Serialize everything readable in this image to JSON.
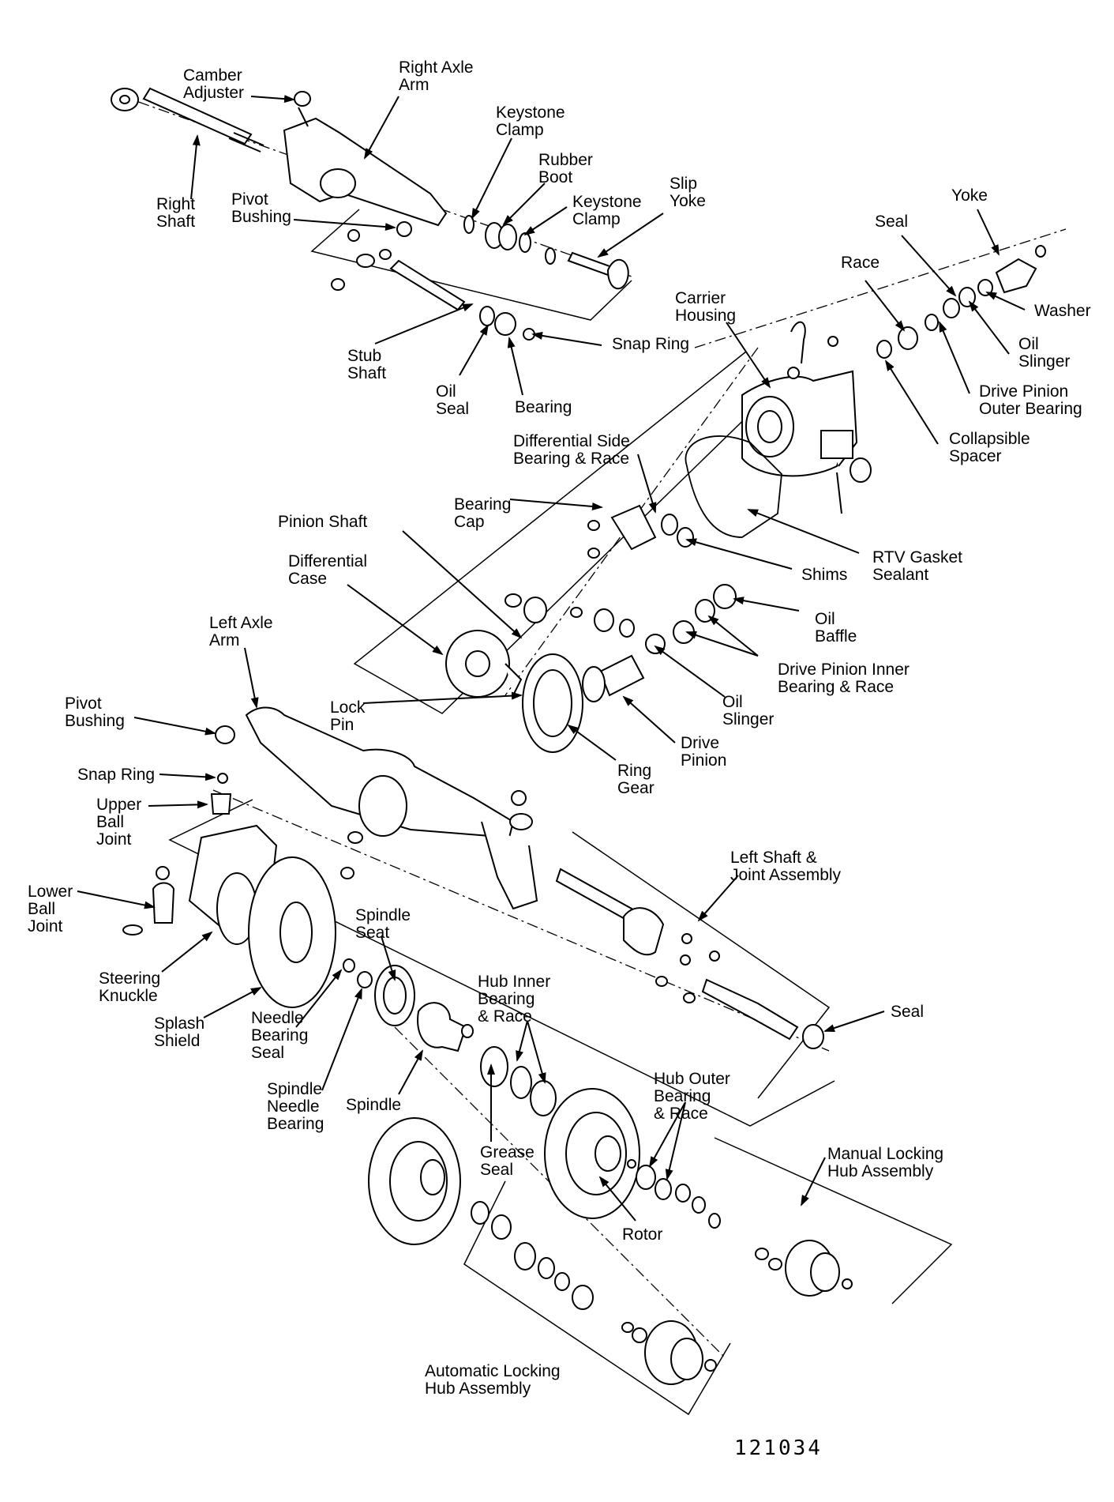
{
  "figure_number": "121034",
  "labels": {
    "camber_adjuster": "Camber\nAdjuster",
    "right_axle_arm": "Right Axle\nArm",
    "keystone_clamp_1": "Keystone\nClamp",
    "rubber_boot": "Rubber\nBoot",
    "keystone_clamp_2": "Keystone\nClamp",
    "slip_yoke": "Slip\nYoke",
    "right_shaft": "Right\nShaft",
    "pivot_bushing_right": "Pivot\nBushing",
    "yoke": "Yoke",
    "seal_top": "Seal",
    "race": "Race",
    "washer": "Washer",
    "carrier_housing": "Carrier\nHousing",
    "oil_slinger_top": "Oil\nSlinger",
    "snap_ring_top": "Snap Ring",
    "stub_shaft": "Stub\nShaft",
    "oil_seal": "Oil\nSeal",
    "bearing": "Bearing",
    "drive_pinion_outer_bearing": "Drive Pinion\nOuter Bearing",
    "collapsible_spacer": "Collapsible\nSpacer",
    "differential_side_bearing": "Differential Side\nBearing & Race",
    "bearing_cap": "Bearing\nCap",
    "pinion_shaft": "Pinion Shaft",
    "rtv_gasket": "RTV Gasket\nSealant",
    "shims": "Shims",
    "differential_case": "Differential\nCase",
    "oil_baffle": "Oil\nBaffle",
    "left_axle_arm": "Left Axle\nArm",
    "drive_pinion_inner_bearing": "Drive Pinion Inner\nBearing & Race",
    "pivot_bushing_left": "Pivot\nBushing",
    "lock_pin": "Lock\nPin",
    "oil_slinger_mid": "Oil\nSlinger",
    "drive_pinion": "Drive\nPinion",
    "snap_ring_left": "Snap Ring",
    "ring_gear": "Ring\nGear",
    "upper_ball_joint": "Upper\nBall\nJoint",
    "left_shaft_joint": "Left Shaft &\nJoint Assembly",
    "lower_ball_joint": "Lower\nBall\nJoint",
    "spindle_seat": "Spindle\nSeat",
    "steering_knuckle": "Steering\nKnuckle",
    "hub_inner_bearing": "Hub Inner\nBearing\n& Race",
    "seal_right": "Seal",
    "splash_shield": "Splash\nShield",
    "needle_bearing_seal": "Needle\nBearing\nSeal",
    "spindle_needle_bearing": "Spindle\nNeedle\nBearing",
    "spindle": "Spindle",
    "hub_outer_bearing": "Hub Outer\nBearing\n& Race",
    "grease_seal": "Grease\nSeal",
    "manual_locking_hub": "Manual Locking\nHub Assembly",
    "rotor": "Rotor",
    "automatic_locking_hub": "Automatic Locking\nHub Assembly"
  }
}
